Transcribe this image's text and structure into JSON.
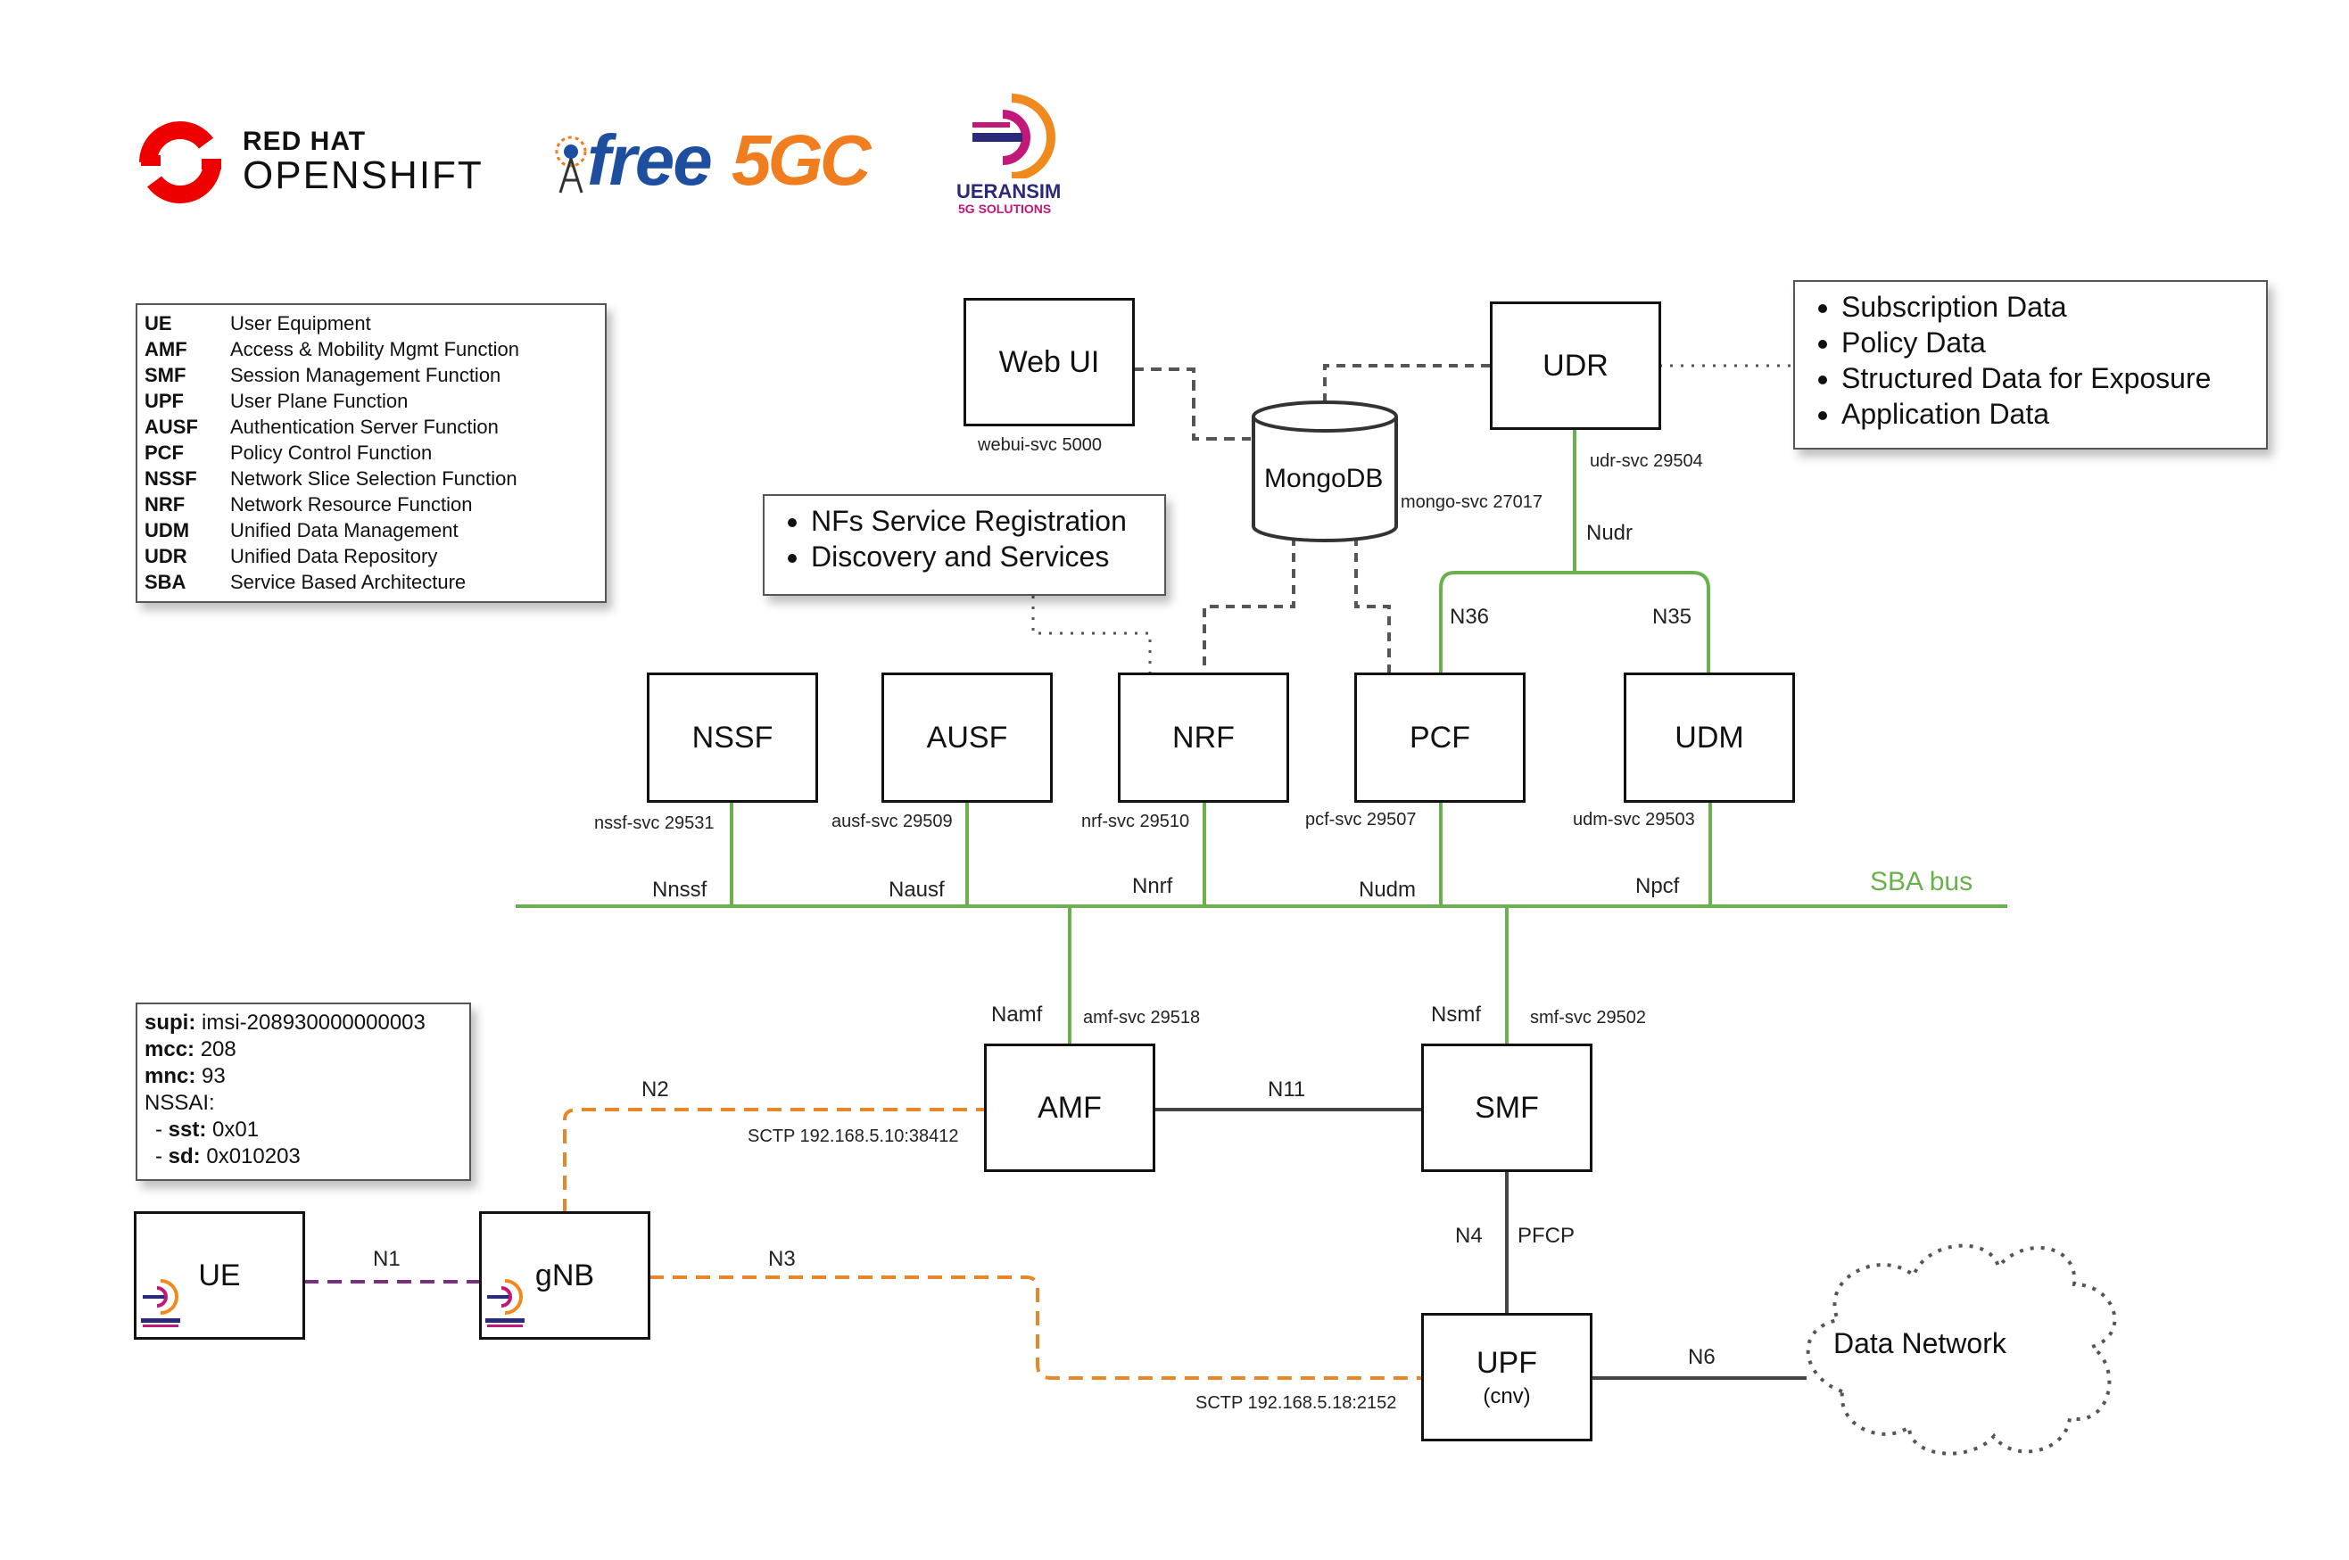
{
  "logos": {
    "redhat_line1": "RED HAT",
    "redhat_line2": "OPENSHIFT",
    "free5gc_a": "free",
    "free5gc_b": "5GC",
    "ueransim_line1": "UERANSIM",
    "ueransim_line2": "5G SOLUTIONS"
  },
  "legend": [
    {
      "abbr": "UE",
      "full": "User Equipment"
    },
    {
      "abbr": "AMF",
      "full": "Access & Mobility Mgmt Function"
    },
    {
      "abbr": "SMF",
      "full": "Session Management Function"
    },
    {
      "abbr": "UPF",
      "full": "User Plane Function"
    },
    {
      "abbr": "AUSF",
      "full": "Authentication Server Function"
    },
    {
      "abbr": "PCF",
      "full": "Policy Control Function"
    },
    {
      "abbr": "NSSF",
      "full": "Network Slice Selection Function"
    },
    {
      "abbr": "NRF",
      "full": "Network Resource Function"
    },
    {
      "abbr": "UDM",
      "full": "Unified Data Management"
    },
    {
      "abbr": "UDR",
      "full": "Unified Data Repository"
    },
    {
      "abbr": "SBA",
      "full": "Service Based Architecture"
    }
  ],
  "nrf_note": [
    "NFs Service Registration",
    "Discovery and Services"
  ],
  "udr_note": [
    "Subscription Data",
    "Policy Data",
    "Structured Data for Exposure",
    "Application Data"
  ],
  "ue_info": {
    "supi_key": "supi:",
    "supi_val": "imsi-208930000000003",
    "mcc_key": "mcc:",
    "mcc_val": "208",
    "mnc_key": "mnc:",
    "mnc_val": "93",
    "nssai": "NSSAI:",
    "sst_key": "sst:",
    "sst_val": "0x01",
    "sd_key": "sd:",
    "sd_val": "0x010203",
    "dash": "-"
  },
  "nodes": {
    "webui": "Web UI",
    "udr": "UDR",
    "mongodb": "MongoDB",
    "nssf": "NSSF",
    "ausf": "AUSF",
    "nrf": "NRF",
    "pcf": "PCF",
    "udm": "UDM",
    "amf": "AMF",
    "smf": "SMF",
    "ue": "UE",
    "gnb": "gNB",
    "upf": "UPF",
    "upf_sub": "(cnv)",
    "data_network": "Data Network"
  },
  "labels": {
    "webui_svc": "webui-svc 5000",
    "mongo_svc": "mongo-svc 27017",
    "udr_svc": "udr-svc 29504",
    "nudr": "Nudr",
    "n36": "N36",
    "n35": "N35",
    "nssf_svc": "nssf-svc 29531",
    "ausf_svc": "ausf-svc 29509",
    "nrf_svc": "nrf-svc 29510",
    "pcf_svc": "pcf-svc 29507",
    "udm_svc": "udm-svc 29503",
    "nnssf": "Nnssf",
    "nausf": "Nausf",
    "nnrf": "Nnrf",
    "nudm": "Nudm",
    "npcf": "Npcf",
    "sba_bus": "SBA bus",
    "namf": "Namf",
    "amf_svc": "amf-svc 29518",
    "nsmf": "Nsmf",
    "smf_svc": "smf-svc 29502",
    "n2": "N2",
    "n11": "N11",
    "sctp_amf": "SCTP 192.168.5.10:38412",
    "n1": "N1",
    "n3": "N3",
    "n4": "N4",
    "pfcp": "PFCP",
    "n6": "N6",
    "sctp_upf": "SCTP 192.168.5.18:2152"
  },
  "colors": {
    "sba_green": "#6ab04c",
    "n2n3_orange": "#e8862a",
    "n1_purple": "#7b2d7f",
    "redhat_red": "#ee0000",
    "free5gc_blue": "#1e4e9e",
    "free5gc_orange": "#f07d1e",
    "ueransim_orange": "#f08a1e",
    "ueransim_magenta": "#c2187a",
    "ueransim_navy": "#2b2a7a"
  }
}
